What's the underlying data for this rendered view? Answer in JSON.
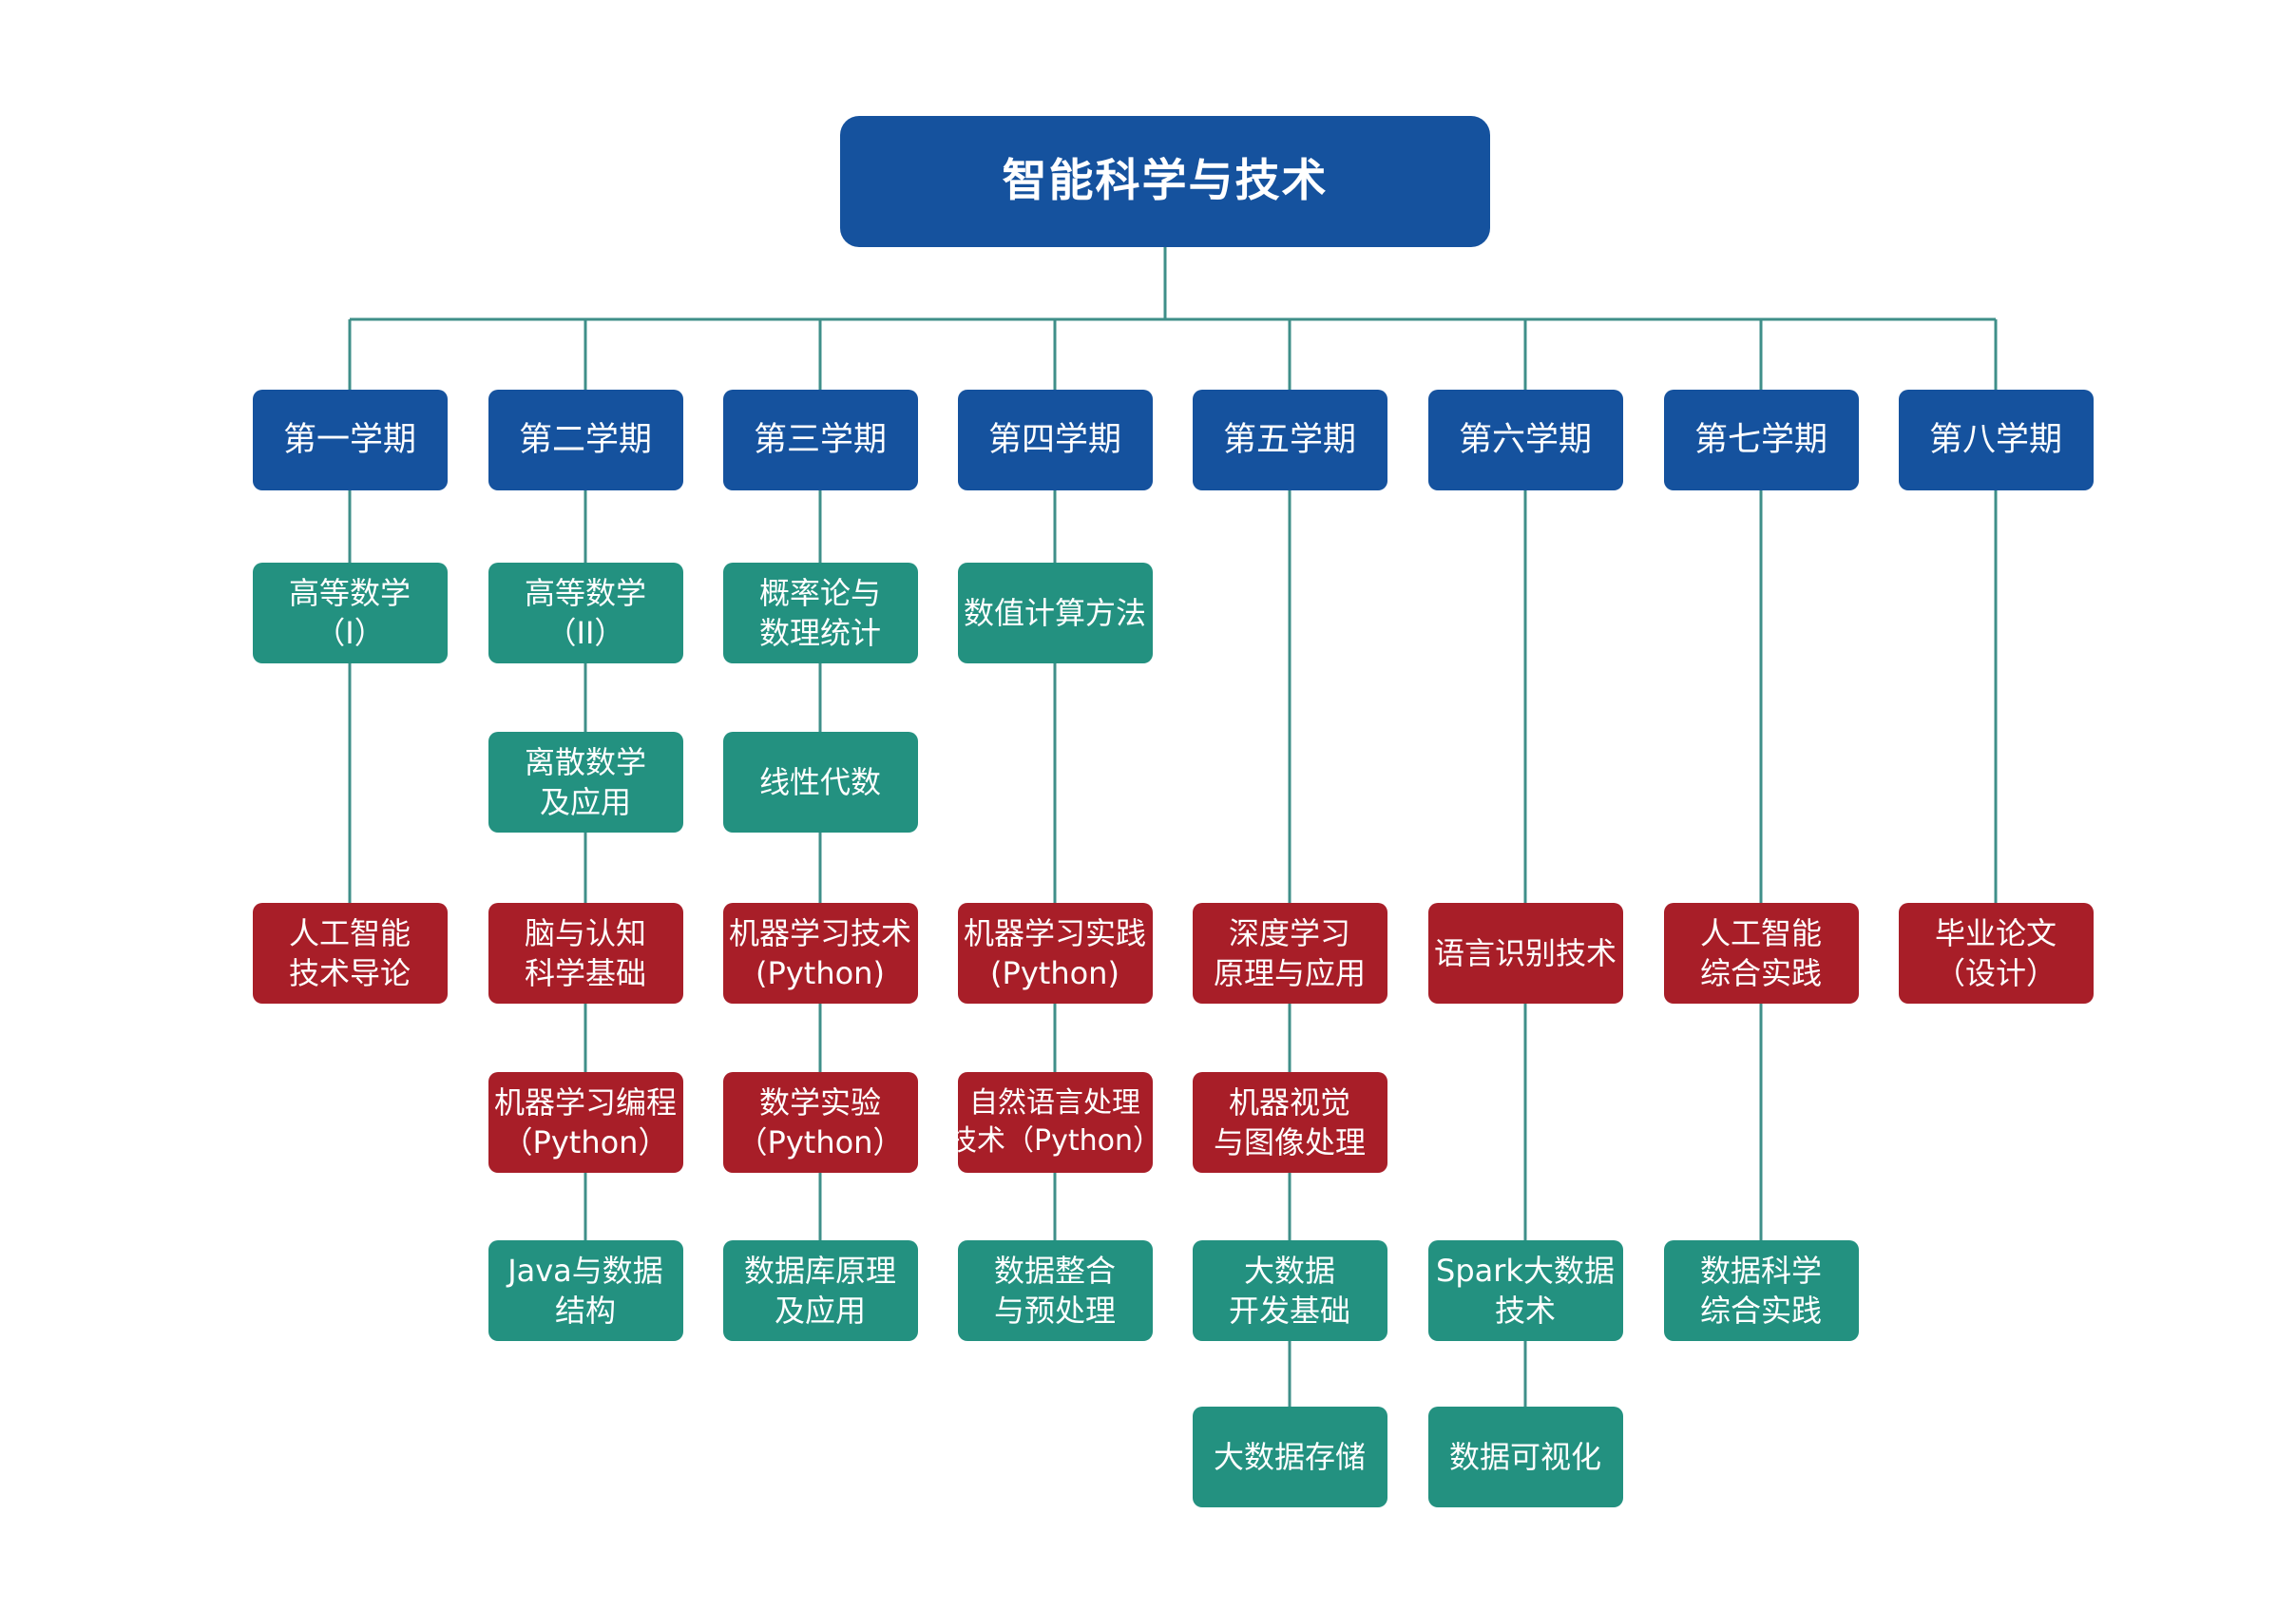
{
  "title": "智能科学与技术",
  "colors": {
    "semester": "#15529e",
    "math_basic": "#239180",
    "core": "#a81e28",
    "line": "#3f8f89"
  },
  "semesters": [
    {
      "label": "第一学期",
      "courses": [
        {
          "lines": [
            "高等数学",
            "（I）"
          ],
          "color": "green"
        },
        {
          "lines": [
            "人工智能",
            "技术导论"
          ],
          "color": "red"
        }
      ]
    },
    {
      "label": "第二学期",
      "courses": [
        {
          "lines": [
            "高等数学",
            "（II）"
          ],
          "color": "green"
        },
        {
          "lines": [
            "离散数学",
            "及应用"
          ],
          "color": "green"
        },
        {
          "lines": [
            "脑与认知",
            "科学基础"
          ],
          "color": "red"
        },
        {
          "lines": [
            "机器学习编程",
            "（Python）"
          ],
          "color": "red"
        },
        {
          "lines": [
            "Java与数据",
            "结构"
          ],
          "color": "green"
        }
      ]
    },
    {
      "label": "第三学期",
      "courses": [
        {
          "lines": [
            "概率论与",
            "数理统计"
          ],
          "color": "green"
        },
        {
          "lines": [
            "线性代数"
          ],
          "color": "green"
        },
        {
          "lines": [
            "机器学习技术",
            "(Python)"
          ],
          "color": "red"
        },
        {
          "lines": [
            "数学实验",
            "（Python）"
          ],
          "color": "red"
        },
        {
          "lines": [
            "数据库原理",
            "及应用"
          ],
          "color": "green"
        }
      ]
    },
    {
      "label": "第四学期",
      "courses": [
        {
          "lines": [
            "数值计算方法"
          ],
          "color": "green"
        },
        {
          "lines": [
            "机器学习实践",
            "(Python)"
          ],
          "color": "red"
        },
        {
          "lines": [
            "自然语言处理",
            "技术（Python）"
          ],
          "color": "red"
        },
        {
          "lines": [
            "数据整合",
            "与预处理"
          ],
          "color": "green"
        }
      ]
    },
    {
      "label": "第五学期",
      "courses": [
        {
          "lines": [
            "深度学习",
            "原理与应用"
          ],
          "color": "red"
        },
        {
          "lines": [
            "机器视觉",
            "与图像处理"
          ],
          "color": "red"
        },
        {
          "lines": [
            "大数据",
            "开发基础"
          ],
          "color": "green"
        },
        {
          "lines": [
            "大数据存储"
          ],
          "color": "green"
        }
      ]
    },
    {
      "label": "第六学期",
      "courses": [
        {
          "lines": [
            "语言识别技术"
          ],
          "color": "red"
        },
        {
          "lines": [
            "Spark大数据",
            "技术"
          ],
          "color": "green"
        },
        {
          "lines": [
            "数据可视化"
          ],
          "color": "green"
        }
      ]
    },
    {
      "label": "第七学期",
      "courses": [
        {
          "lines": [
            "人工智能",
            "综合实践"
          ],
          "color": "red"
        },
        {
          "lines": [
            "数据科学",
            "综合实践"
          ],
          "color": "green"
        }
      ]
    },
    {
      "label": "第八学期",
      "courses": [
        {
          "lines": [
            "毕业论文",
            "（设计）"
          ],
          "color": "red"
        }
      ]
    }
  ]
}
